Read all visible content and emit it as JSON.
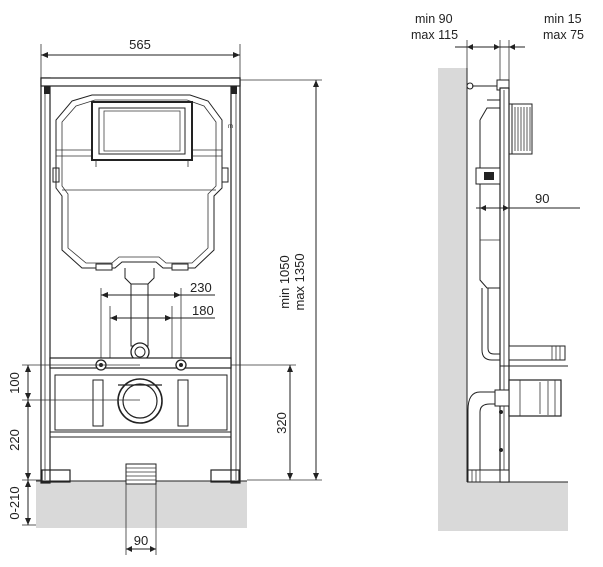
{
  "front_view": {
    "width_label": "565",
    "height_label_min": "min 1050",
    "height_label_max": "max 1350",
    "spacing_230": "230",
    "spacing_180": "180",
    "dim_100": "100",
    "dim_220": "220",
    "dim_0_210": "0-210",
    "dim_320": "320",
    "foot_width": "90"
  },
  "side_view": {
    "depth_min": "min 90",
    "depth_max": "max 115",
    "offset_min": "min 15",
    "offset_max": "max 75",
    "pipe_depth": "90"
  },
  "colors": {
    "floor": "#d9d9d9",
    "wall": "#d9d9d9",
    "line": "#222222"
  }
}
